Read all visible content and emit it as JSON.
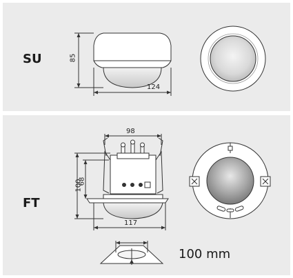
{
  "su": {
    "label": "SU",
    "height_dim": "85",
    "width_dim": "124"
  },
  "ft": {
    "label": "FT",
    "top_dim": "98",
    "outer_height_dim": "100",
    "inner_height_dim": "68",
    "bottom_dim": "117",
    "cutout_label": "100 mm"
  },
  "colors": {
    "panel_bg": "#ebebeb",
    "line": "#333333"
  }
}
